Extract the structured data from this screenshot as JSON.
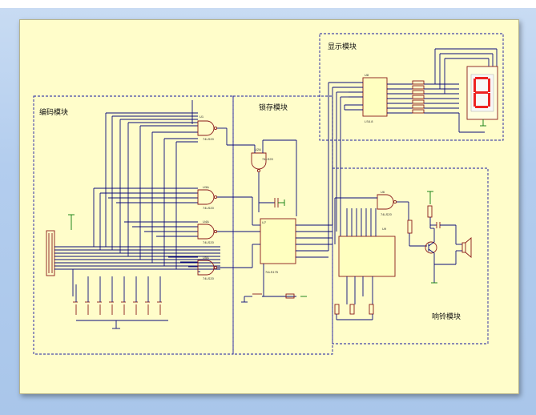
{
  "modules": {
    "encoder": "编码模块",
    "latch": "锁存模块",
    "display": "显示模块",
    "buzzer": "响铃模块"
  },
  "chips": {
    "u1": "U1",
    "u2a": "U2A",
    "u3a": "U3A",
    "u4a": "U4A",
    "u5a": "U5A",
    "u6": "U6",
    "u7": "U7",
    "u8": "U8",
    "u9": "U9"
  },
  "chip_types": {
    "ls20": "74LS20",
    "ls175": "74LS175",
    "ls48": "LS4.8"
  },
  "colors": {
    "wire": "#0a0a7a",
    "module_border": "#1a1aa0",
    "chip_fill": "#ffffc0",
    "chip_border": "#8b1a1a",
    "component": "#8b1a1a",
    "power": "#0a7a0a"
  }
}
